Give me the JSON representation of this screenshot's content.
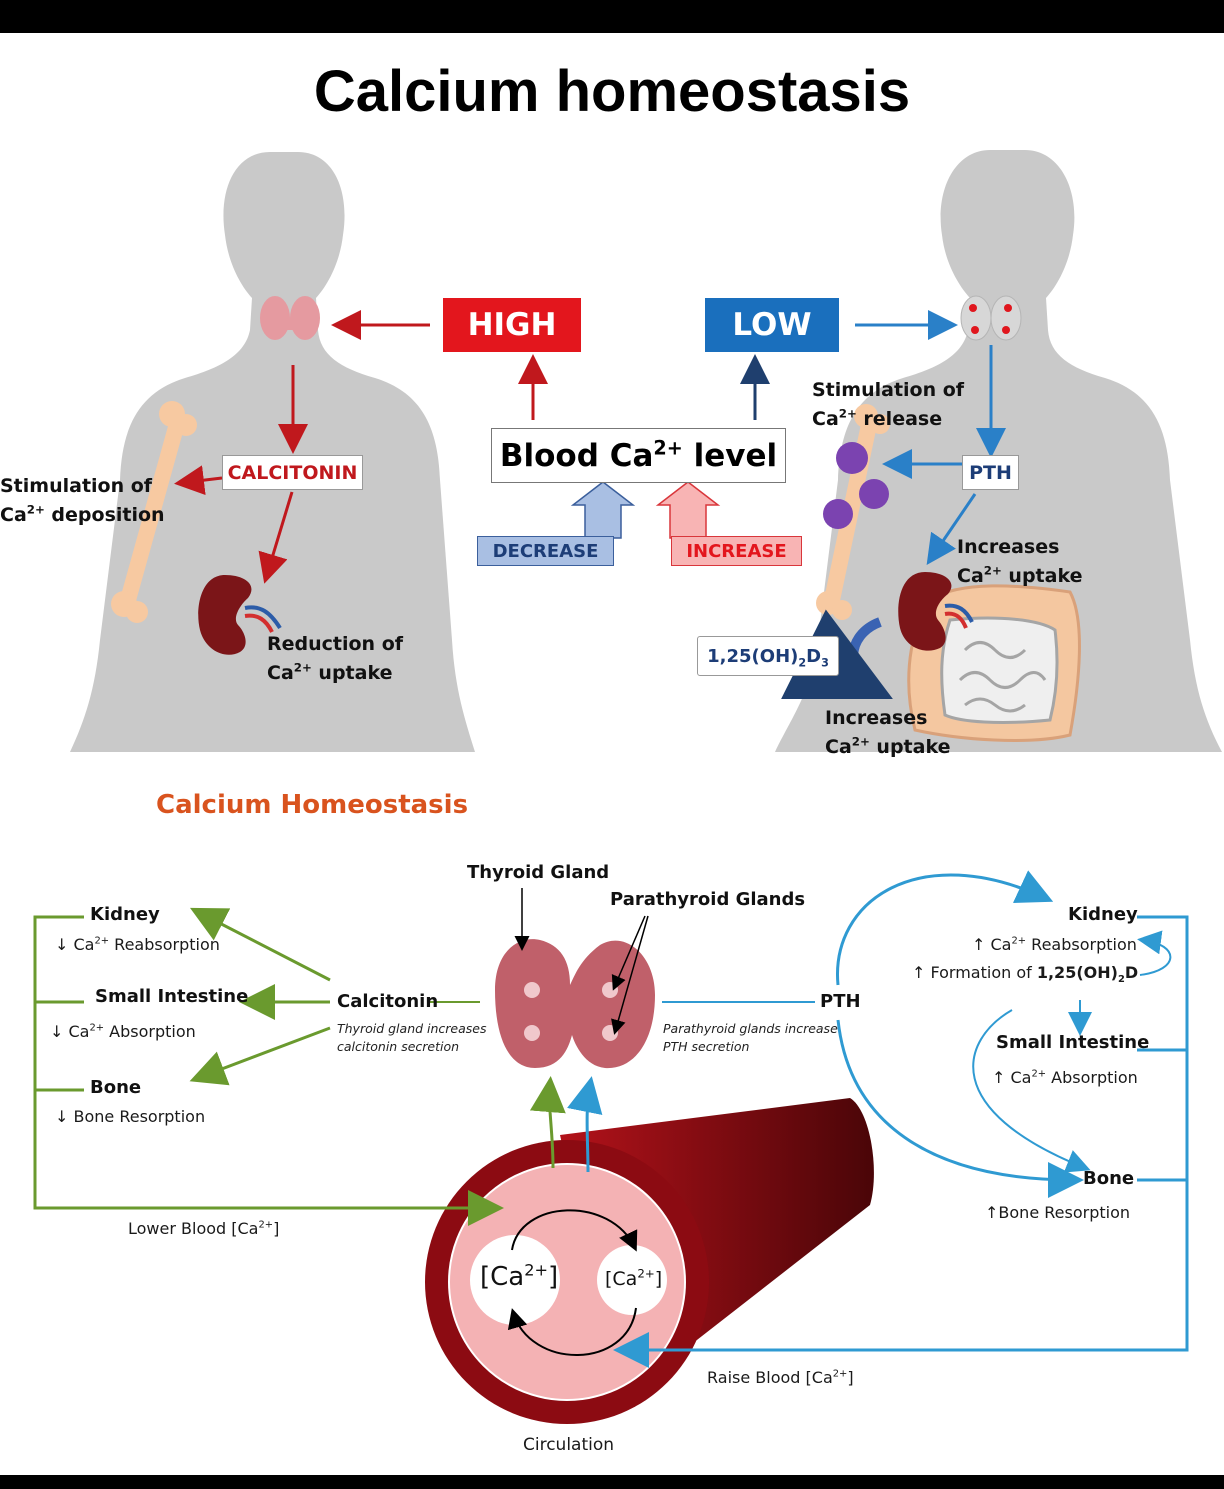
{
  "title": "Calcium homeostasis",
  "top": {
    "high_label": "HIGH",
    "low_label": "LOW",
    "blood_level": {
      "prefix": "Blood Ca",
      "sup": "2+",
      "suffix": " level"
    },
    "decrease_label": "DECREASE",
    "increase_label": "INCREASE",
    "calcitonin_label": "CALCITONIN",
    "pth_label": "PTH",
    "vitd": {
      "a": "1,25(OH)",
      "b": "2",
      "c": "D",
      "d": "3"
    },
    "left_stim": {
      "line1": "Stimulation of",
      "pre": "Ca",
      "sup": "2+",
      "post": " deposition"
    },
    "left_reduction": {
      "line1": "Reduction of",
      "pre": "Ca",
      "sup": "2+",
      "post": " uptake"
    },
    "right_stim": {
      "line1": "Stimulation of",
      "pre": "Ca",
      "sup": "2+",
      "post": " release"
    },
    "right_kidney": {
      "line1": "Increases",
      "pre": "Ca",
      "sup": "2+",
      "post": " uptake"
    },
    "right_intestine": {
      "line1": "Increases",
      "pre": "Ca",
      "sup": "2+",
      "post": " uptake"
    }
  },
  "bottom": {
    "heading": "Calcium Homeostasis",
    "thyroid_gland": "Thyroid Gland",
    "parathyroid_glands": "Parathyroid Glands",
    "calcitonin": "Calcitonin",
    "calcitonin_note": "Thyroid gland increases calcitonin secretion",
    "pth": "PTH",
    "pth_note": "Parathyroid glands increase PTH secretion",
    "left": {
      "kidney": "Kidney",
      "kidney_effect": {
        "arrow": "↓",
        "pre": " Ca",
        "sup": "2+",
        "post": " Reabsorption"
      },
      "intestine": "Small Intestine",
      "intestine_effect": {
        "arrow": "↓",
        "pre": " Ca",
        "sup": "2+",
        "post": " Absorption"
      },
      "bone": "Bone",
      "bone_effect": {
        "arrow": "↓",
        "text": " Bone Resorption"
      }
    },
    "right": {
      "kidney": "Kidney",
      "kidney_effect1": {
        "arrow": "↑",
        "pre": " Ca",
        "sup": "2+",
        "post": " Reabsorption"
      },
      "kidney_effect2": {
        "arrow": "↑",
        "pre": " Formation of ",
        "b": "1,25(OH)",
        "sub": "2",
        "post": "D"
      },
      "intestine": "Small Intestine",
      "intestine_effect": {
        "arrow": "↑",
        "pre": " Ca",
        "sup": "2+",
        "post": " Absorption"
      },
      "bone": "Bone",
      "bone_effect": {
        "arrow": "↑",
        "text": "Bone Resorption"
      }
    },
    "lower_blood": {
      "pre": "Lower Blood [Ca",
      "sup": "2+",
      "post": "]"
    },
    "raise_blood": {
      "pre": "Raise Blood [Ca",
      "sup": "2+",
      "post": "]"
    },
    "ca_big": {
      "pre": "[Ca",
      "sup": "2+",
      "post": "]"
    },
    "ca_small": {
      "pre": "[Ca",
      "sup": "2+",
      "post": "]"
    },
    "circulation": "Circulation"
  },
  "colors": {
    "high_red": "#e3161d",
    "low_blue": "#1a6fbd",
    "calcitonin_green": "#6a9a2e",
    "pth_blue": "#2f9ad2",
    "heading_orange": "#d9531e",
    "body_gray": "#c8c8c8",
    "vessel_red": "#8c0b12"
  }
}
